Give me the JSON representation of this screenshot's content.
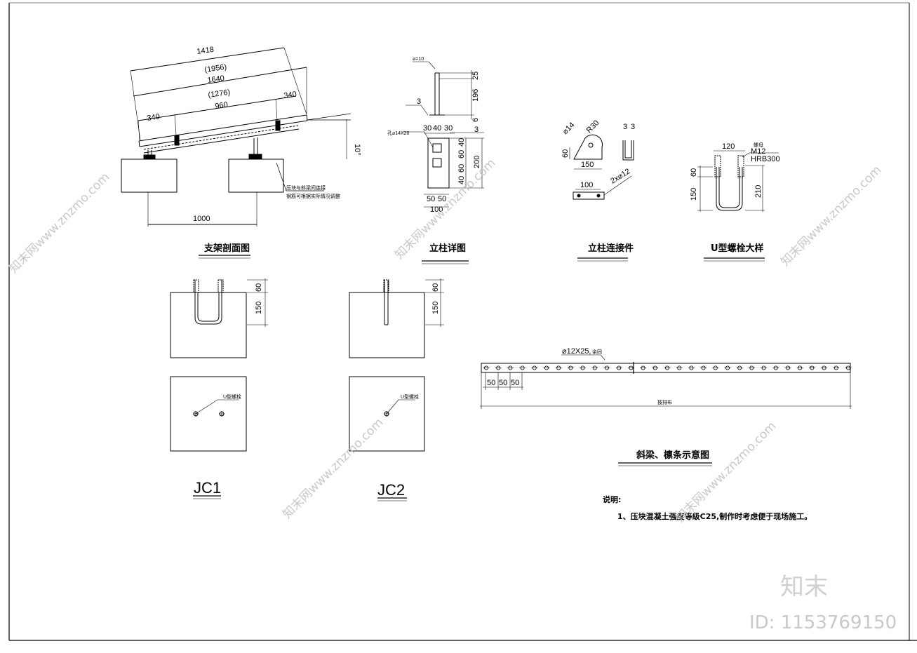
{
  "titles": {
    "section": "支架剖面图",
    "column": "立柱详图",
    "connector": "立柱连接件",
    "ubolt": "U型螺栓大样",
    "jc1": "JC1",
    "jc2": "JC2",
    "beam": "斜梁、檩条示意图"
  },
  "section": {
    "d1418": "1418",
    "d1956": "(1956)",
    "d1640": "1640",
    "d1276": "(1276)",
    "d960": "960",
    "d340a": "340",
    "d340b": "340",
    "angle": "10°",
    "d1000": "1000",
    "note1": "压块与斜梁间连接",
    "note2": "钢筋可根据实际情况调整"
  },
  "column": {
    "top_label": "⌀=10",
    "d25": "25",
    "d196": "196",
    "d6": "6",
    "weld_a": "3",
    "weld_b": "3",
    "plate_label": "孔⌀14X20",
    "d30a": "30",
    "d40": "40",
    "d30b": "30",
    "d40b": "40",
    "d60a": "60",
    "d60b": "60",
    "d40c": "40",
    "d200": "200",
    "d50a": "50",
    "d50b": "50",
    "d100": "100"
  },
  "connector": {
    "phi14": "⌀14",
    "r30": "R30",
    "d3a": "3",
    "d3b": "3",
    "d60": "60",
    "d150": "150",
    "d100": "100",
    "holes": "2x⌀12"
  },
  "ubolt": {
    "d120": "120",
    "nut": "M12",
    "grade": "HRB300",
    "top_note": "螺母",
    "d60": "60",
    "d150": "150",
    "d210": "210"
  },
  "jc": {
    "d60a": "60",
    "d150a": "150",
    "d60b": "60",
    "d150b": "150",
    "ubolt_a": "U型螺栓",
    "ubolt_b": "U型螺栓"
  },
  "beam": {
    "hole_label": "⌀12X25,",
    "hole_note": "余同",
    "d50a": "50",
    "d50b": "50",
    "d50c": "50",
    "length": "按排布"
  },
  "notes": {
    "heading": "说明:",
    "line1": "1、压块混凝土强度等级C25,制作时考虑便于现场施工。"
  },
  "watermark": {
    "text": "知末网www.znzmo.com",
    "brand": "知末",
    "id": "ID: 1153769150"
  }
}
